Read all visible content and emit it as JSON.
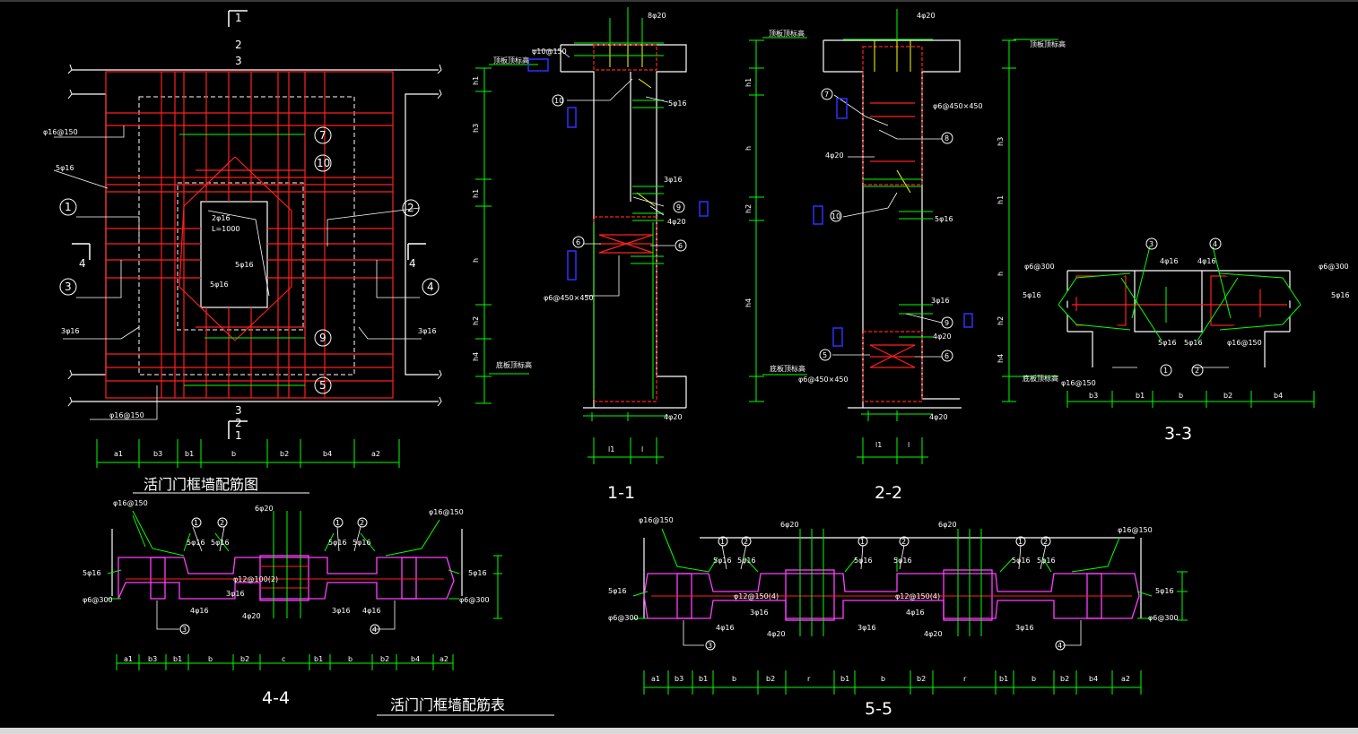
{
  "plan": {
    "section_marks_top": [
      "1",
      "2",
      "3"
    ],
    "section_marks_bottom": [
      "3",
      "2",
      "1"
    ],
    "left_side_mark": "4",
    "right_side_mark": "4",
    "labels": {
      "phi16_150_top": "φ16@150",
      "five_phi16_left": "5φ16",
      "three_phi16_left": "3φ16",
      "three_phi16_right": "3φ16",
      "two_phi16": "2φ16",
      "l_1000": "L=1000",
      "five_phi16_mid": "5φ16",
      "five_phi16_low": "5φ16",
      "phi16_150_bottom": "φ16@150"
    },
    "callouts": [
      "1",
      "2",
      "3",
      "4",
      "5",
      "7",
      "9",
      "10"
    ],
    "dims": [
      "a1",
      "b3",
      "b1",
      "b",
      "b2",
      "b4",
      "a2"
    ],
    "title": "活门门框墙配筋图"
  },
  "section_1_1": {
    "top_label": "8φ20",
    "label_phi10": "φ10@150",
    "label_5phi16_a": "5φ16",
    "label_3phi16": "3φ16",
    "label_4phi20_a": "4φ20",
    "label_phi6": "φ6@450×450",
    "label_4phi20_b": "4φ20",
    "side_dims": [
      "h1",
      "h3",
      "h1",
      "h",
      "h2",
      "h4"
    ],
    "elev_top": "顶板顶标高",
    "elev_bottom": "底板顶标高",
    "callouts": [
      "10",
      "9",
      "6",
      "6"
    ],
    "dims": [
      "l1",
      "l"
    ],
    "title": "1-1"
  },
  "section_2_2": {
    "top_label": "4φ20",
    "label_phi6_a": "φ6@450×450",
    "label_4phi20": "4φ20",
    "label_5phi16": "5φ16",
    "label_3phi16": "3φ16",
    "label_4phi20_b": "4φ20",
    "label_phi6_b": "φ6@450×450",
    "label_bottom": "4φ20",
    "side_dims": [
      "h1",
      "h",
      "h2",
      "h4"
    ],
    "elev_top": "顶板顶标高",
    "elev_bottom": "底板顶标高",
    "callouts": [
      "7",
      "8",
      "10",
      "9",
      "5",
      "6"
    ],
    "dims": [
      "l1",
      "l"
    ],
    "title": "2-2"
  },
  "section_3_3": {
    "left_top": "φ6@300",
    "right_top": "φ6@300",
    "four_phi16_a": "4φ16",
    "four_phi16_b": "4φ16",
    "five_phi16_l": "5φ16",
    "five_phi16_r": "5φ16",
    "five_phi16_c1": "5φ16",
    "five_phi16_c2": "5φ16",
    "phi16_150_l": "φ16@150",
    "phi16_150_r": "φ16@150",
    "side_dims": [
      "h3",
      "h1",
      "h",
      "h2",
      "h4"
    ],
    "elev_top": "顶板顶标高",
    "elev_bottom": "底板顶标高",
    "callouts": [
      "3",
      "4",
      "1",
      "2"
    ],
    "dims": [
      "b3",
      "b1",
      "b",
      "b2",
      "b4"
    ],
    "title": "3-3"
  },
  "section_4_4": {
    "labels": [
      "φ16@150",
      "5φ16",
      "5φ16",
      "6φ20",
      "5φ16",
      "5φ16",
      "φ16@150",
      "5φ16",
      "5φ16",
      "φ6@300",
      "φ6@300",
      "φ12@100(2)",
      "3φ16",
      "4φ16",
      "4φ20",
      "3φ16",
      "4φ16"
    ],
    "callouts": [
      "1",
      "2",
      "1",
      "2",
      "3",
      "4"
    ],
    "dims": [
      "a1",
      "b3",
      "b1",
      "b",
      "b2",
      "c",
      "b1",
      "b",
      "b2",
      "b4",
      "a2"
    ],
    "title": "4-4",
    "table_title": "活门门框墙配筋表"
  },
  "section_5_5": {
    "labels": [
      "φ16@150",
      "6φ20",
      "6φ20",
      "5φ16",
      "5φ16",
      "5φ16",
      "5φ16",
      "5φ16",
      "5φ16",
      "φ16@150",
      "φ12@150(4)",
      "φ12@150(4)",
      "3φ16",
      "3φ16",
      "3φ16",
      "4φ16",
      "4φ20",
      "4φ20",
      "4φ16",
      "5φ16",
      "5φ16",
      "φ6@300",
      "φ6@300"
    ],
    "callouts": [
      "1",
      "2",
      "1",
      "2",
      "1",
      "2",
      "3",
      "4"
    ],
    "dims": [
      "a1",
      "b3",
      "b1",
      "b",
      "b2",
      "r",
      "b1",
      "b",
      "b2",
      "r",
      "b1",
      "b",
      "b2",
      "b4",
      "a2"
    ],
    "title": "5-5"
  },
  "colors": {
    "background": "#000000",
    "structure": "#ffffff",
    "rebar": "#ff2020",
    "dimension": "#00ff00",
    "hidden": "#ffffff",
    "stirrup": "#ff40ff",
    "marker": "#0000ff",
    "rebar_alt": "#ffff00"
  }
}
